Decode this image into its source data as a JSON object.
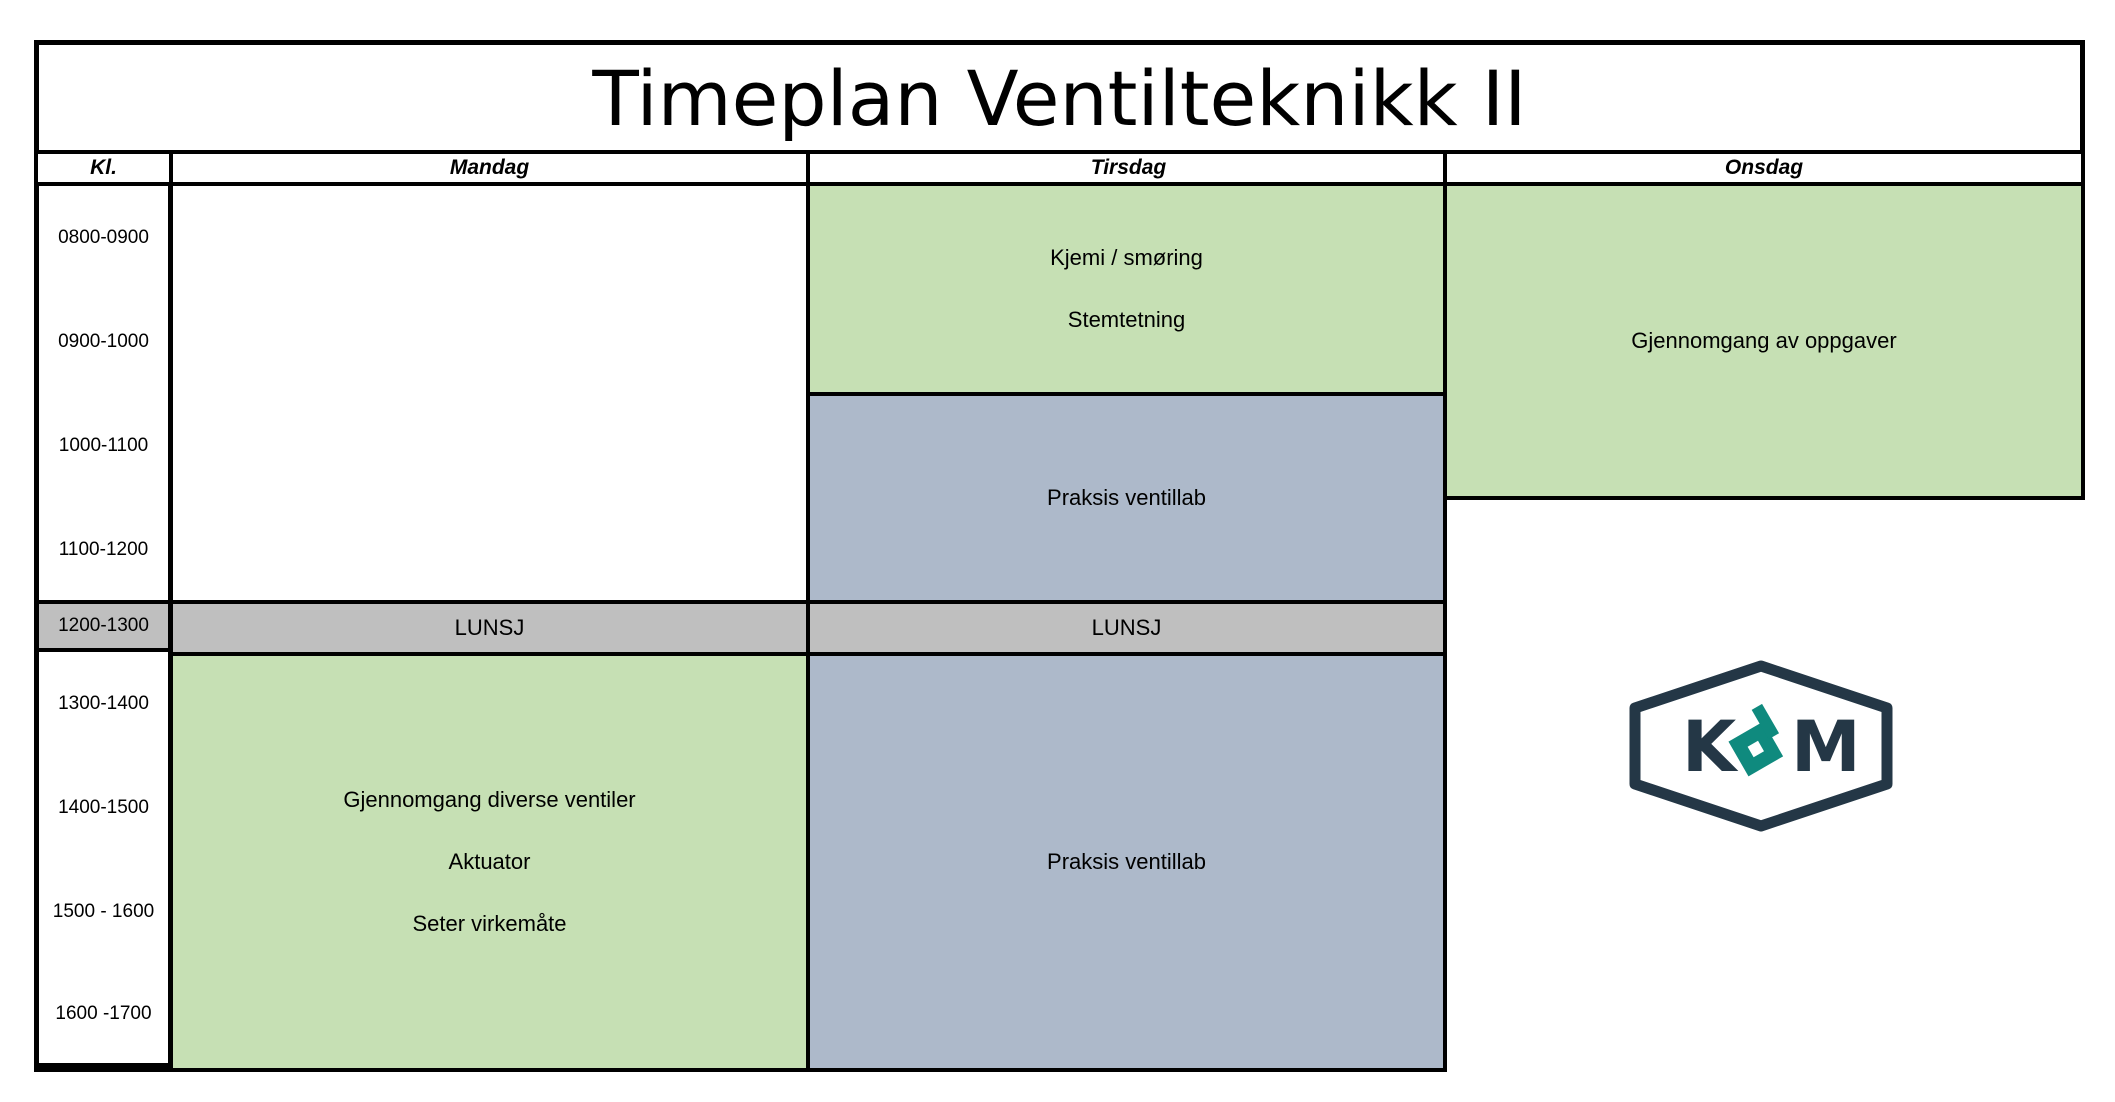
{
  "title": "Timeplan Ventilteknikk II",
  "headers": {
    "time": "Kl.",
    "mon": "Mandag",
    "tue": "Tirsdag",
    "wed": "Onsdag"
  },
  "times": [
    "0800-0900",
    "0900-1000",
    "1000-1100",
    "1100-1200",
    "1200-1300",
    "1300-1400",
    "1400-1500",
    "1500 - 1600",
    "1600 -1700"
  ],
  "monday": {
    "lunch": "LUNSJ",
    "afternoon": [
      "Gjennomgang diverse ventiler",
      "Aktuator",
      "Seter virkemåte"
    ]
  },
  "tuesday": {
    "morning": [
      "Kjemi / smøring",
      "Stemtetning"
    ],
    "late_morning": "Praksis ventillab",
    "lunch": "LUNSJ",
    "afternoon": "Praksis ventillab"
  },
  "wednesday": {
    "morning": "Gjennomgang av oppgaver"
  },
  "logo": {
    "text_left": "K",
    "text_right": "M",
    "color_dark": "#243746",
    "color_accent": "#0f8a7e"
  }
}
